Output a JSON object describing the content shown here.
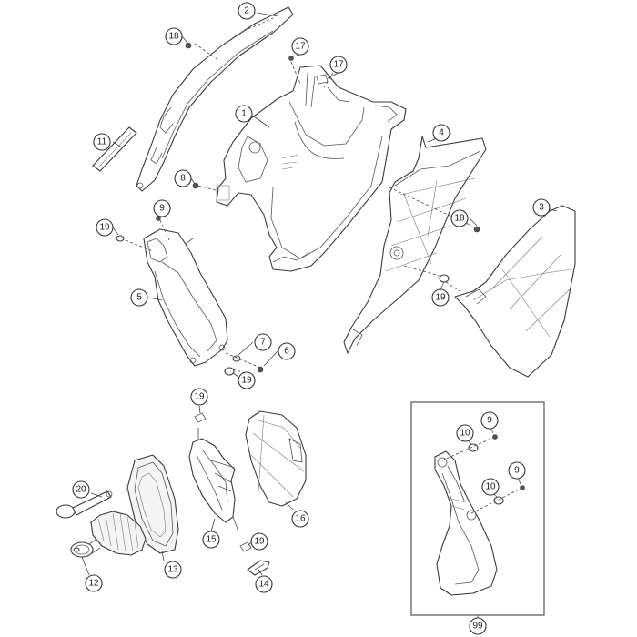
{
  "callouts": {
    "c1": "1",
    "c2": "2",
    "c3": "3",
    "c4": "4",
    "c5": "5",
    "c6": "6",
    "c7": "7",
    "c8": "8",
    "c9a": "9",
    "c9b": "9",
    "c9c": "9",
    "c10a": "10",
    "c10b": "10",
    "c11": "11",
    "c12": "12",
    "c13": "13",
    "c14": "14",
    "c15": "15",
    "c16": "16",
    "c17a": "17",
    "c17b": "17",
    "c18a": "18",
    "c18b": "18",
    "c19a": "19",
    "c19b": "19",
    "c19c": "19",
    "c19d": "19",
    "c19e": "19",
    "c20": "20",
    "c99": "99"
  }
}
